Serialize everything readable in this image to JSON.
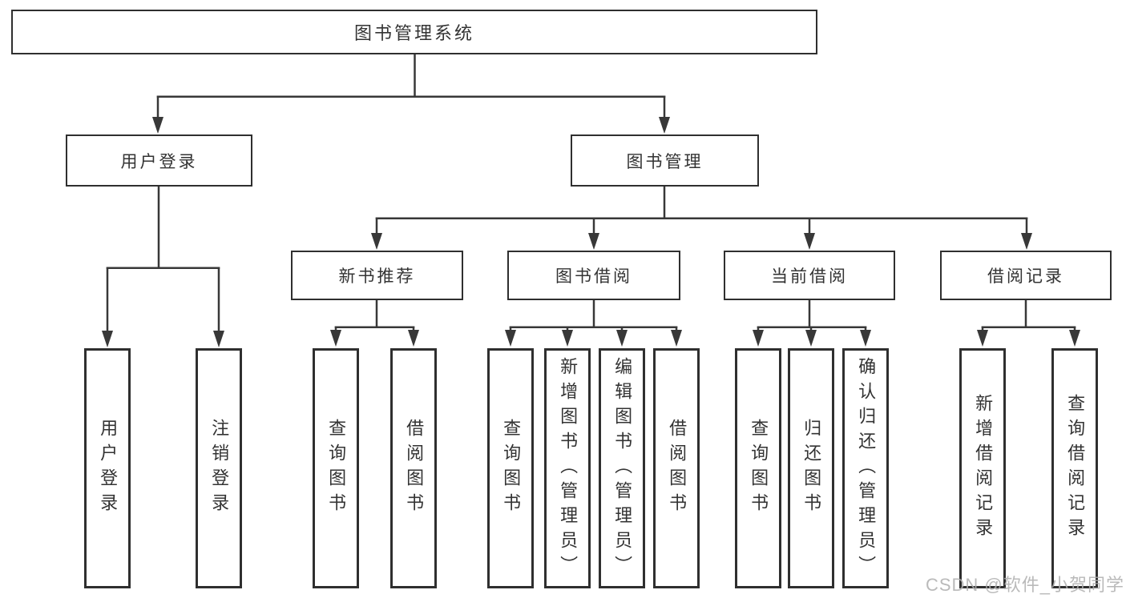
{
  "diagram": {
    "title": "图书管理系统",
    "nodes": {
      "root": {
        "label": "图书管理系统"
      },
      "level2": [
        {
          "id": "user-login",
          "label": "用户登录"
        },
        {
          "id": "book-management",
          "label": "图书管理"
        }
      ],
      "level3": [
        {
          "id": "new-book-recommend",
          "label": "新书推荐",
          "parent": "book-management"
        },
        {
          "id": "book-borrow",
          "label": "图书借阅",
          "parent": "book-management"
        },
        {
          "id": "current-borrow",
          "label": "当前借阅",
          "parent": "book-management"
        },
        {
          "id": "borrow-records",
          "label": "借阅记录",
          "parent": "book-management"
        }
      ],
      "leaves": [
        {
          "group": "user-login",
          "label": "用户登录"
        },
        {
          "group": "user-login",
          "label": "注销登录"
        },
        {
          "group": "new-book-recommend",
          "label": "查询图书"
        },
        {
          "group": "new-book-recommend",
          "label": "借阅图书"
        },
        {
          "group": "book-borrow",
          "label": "查询图书"
        },
        {
          "group": "book-borrow",
          "label": "新增图书（管理员）"
        },
        {
          "group": "book-borrow",
          "label": "编辑图书（管理员）"
        },
        {
          "group": "book-borrow",
          "label": "借阅图书"
        },
        {
          "group": "current-borrow",
          "label": "查询图书"
        },
        {
          "group": "current-borrow",
          "label": "归还图书"
        },
        {
          "group": "current-borrow",
          "label": "确认归还（管理员）"
        },
        {
          "group": "borrow-records",
          "label": "新增借阅记录"
        },
        {
          "group": "borrow-records",
          "label": "查询借阅记录"
        }
      ]
    },
    "colors": {
      "line": "#383838",
      "box_border": "#2f2f2f",
      "text": "#333333",
      "background": "#ffffff",
      "watermark": "#aeaeae"
    }
  },
  "watermark": {
    "text": "CSDN @软件_小贺同学"
  }
}
